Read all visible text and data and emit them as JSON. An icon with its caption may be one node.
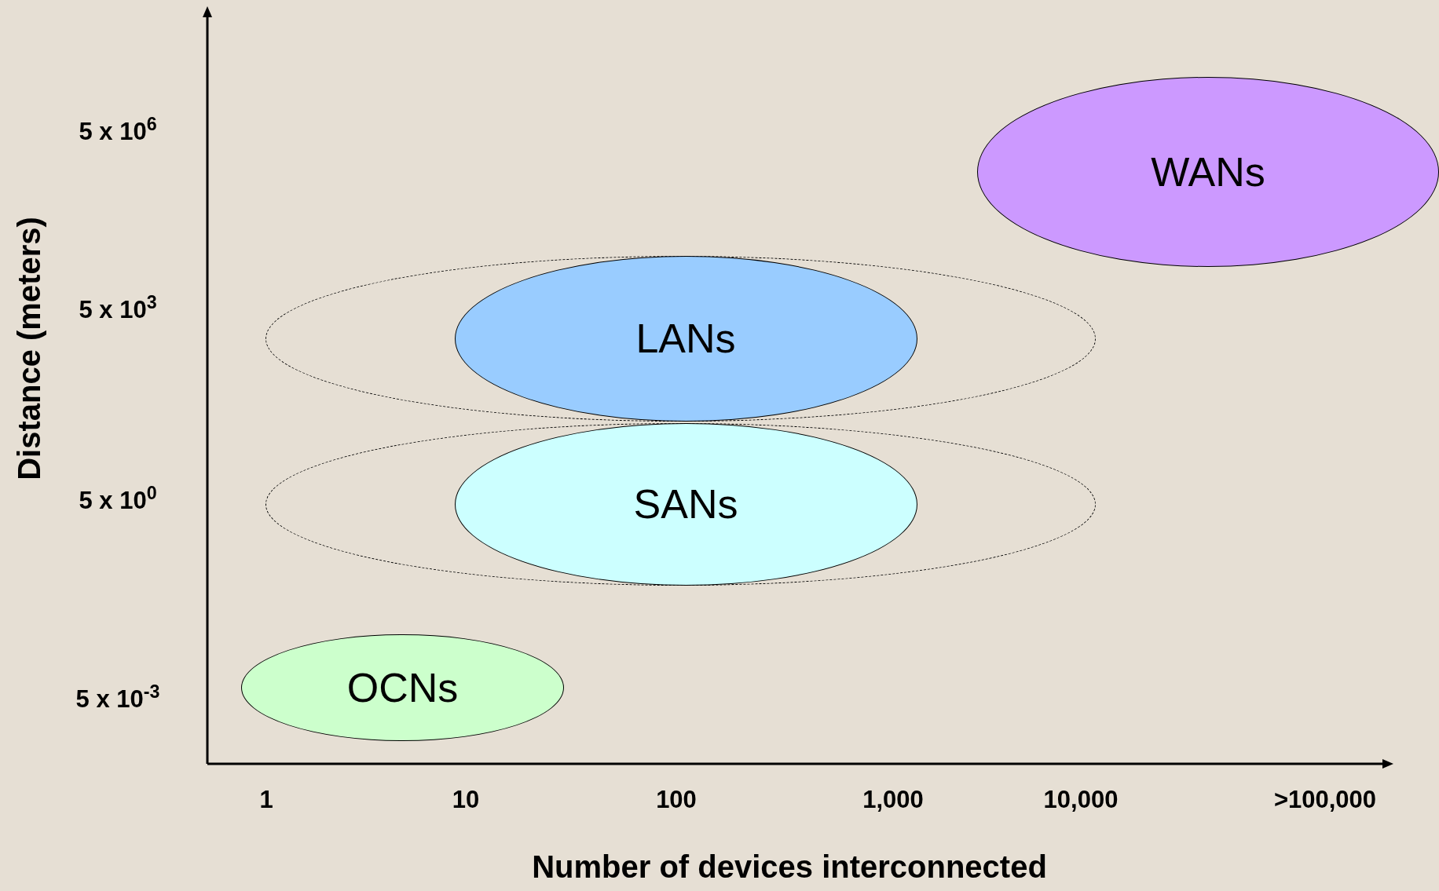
{
  "diagram": {
    "nodes": [
      {
        "text": [
          "WANs"
        ]
      },
      {
        "text": [],
        "shape": "ellipse"
      },
      {
        "text": [
          "LANs"
        ],
        "in": 1
      },
      {
        "text": [],
        "shape": "ellipse"
      },
      {
        "text": [
          "SANs"
        ],
        "in": 3
      },
      {
        "text": [
          "OCNs"
        ]
      }
    ],
    "edges": [],
    "labels": [
      "5 x 10$^{6}$",
      "5 x 10$^{3}$",
      "5 x 10$^{0}$",
      "5 x 10$^{-3}$",
      "1",
      "10",
      "100",
      "1,000",
      "10,000",
      ">100,000",
      "Number of devices interconnected",
      "Distance (meters)"
    ]
  }
}
